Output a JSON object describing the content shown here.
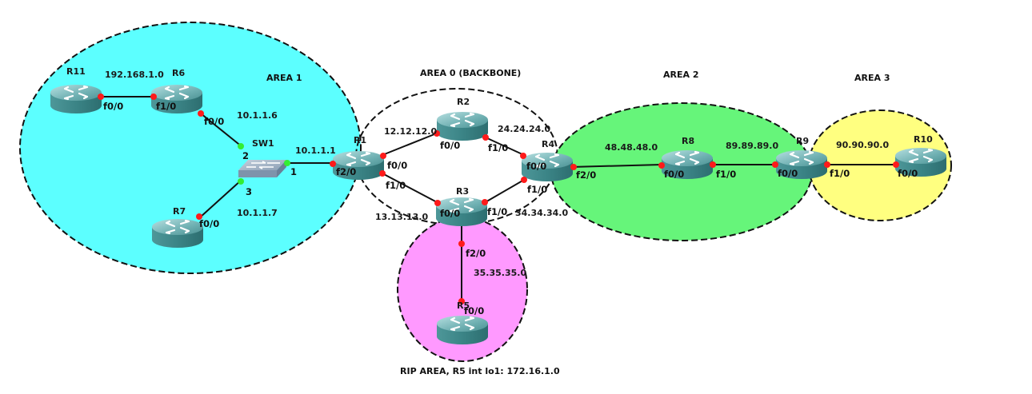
{
  "diagram": {
    "areas": [
      {
        "id": "area1",
        "label": "AREA 1",
        "color": "#5cffff"
      },
      {
        "id": "area0",
        "label": "AREA 0 (BACKBONE)",
        "color": "#ffffff"
      },
      {
        "id": "area2",
        "label": "AREA 2",
        "color": "#66f57a"
      },
      {
        "id": "area3",
        "label": "AREA 3",
        "color": "#ffff80"
      },
      {
        "id": "rip",
        "label": "RIP AREA, R5 int lo1: 172.16.1.0",
        "color": "#ff99ff"
      }
    ],
    "devices": [
      {
        "id": "R11",
        "type": "router",
        "label": "R11"
      },
      {
        "id": "R6",
        "type": "router",
        "label": "R6"
      },
      {
        "id": "R7",
        "type": "router",
        "label": "R7"
      },
      {
        "id": "SW1",
        "type": "switch",
        "label": "SW1"
      },
      {
        "id": "R1",
        "type": "router",
        "label": "R1"
      },
      {
        "id": "R2",
        "type": "router",
        "label": "R2"
      },
      {
        "id": "R3",
        "type": "router",
        "label": "R3"
      },
      {
        "id": "R4",
        "type": "router",
        "label": "R4"
      },
      {
        "id": "R5",
        "type": "router",
        "label": "R5"
      },
      {
        "id": "R8",
        "type": "router",
        "label": "R8"
      },
      {
        "id": "R9",
        "type": "router",
        "label": "R9"
      },
      {
        "id": "R10",
        "type": "router",
        "label": "R10"
      }
    ],
    "links": [
      {
        "from": "R11",
        "from_if": "f0/0",
        "to": "R6",
        "to_if": "f1/0",
        "network": "192.168.1.0"
      },
      {
        "from": "R6",
        "from_if": "f0/0",
        "to": "SW1",
        "to_if": "2",
        "network": "10.1.1.6"
      },
      {
        "from": "R7",
        "from_if": "f0/0",
        "to": "SW1",
        "to_if": "3",
        "network": "10.1.1.7"
      },
      {
        "from": "SW1",
        "from_if": "1",
        "to": "R1",
        "to_if": "f2/0",
        "network": "10.1.1.1"
      },
      {
        "from": "R1",
        "from_if": "f0/0",
        "to": "R2",
        "to_if": "f0/0",
        "network": "12.12.12.0"
      },
      {
        "from": "R1",
        "from_if": "f1/0",
        "to": "R3",
        "to_if": "f0/0",
        "network": "13.13.13.0"
      },
      {
        "from": "R2",
        "from_if": "f1/0",
        "to": "R4",
        "to_if": "f0/0",
        "network": "24.24.24.0"
      },
      {
        "from": "R3",
        "from_if": "f1/0",
        "to": "R4",
        "to_if": "f1/0",
        "network": "34.34.34.0"
      },
      {
        "from": "R3",
        "from_if": "f2/0",
        "to": "R5",
        "to_if": "f0/0",
        "network": "35.35.35.0"
      },
      {
        "from": "R4",
        "from_if": "f2/0",
        "to": "R8",
        "to_if": "f0/0",
        "network": "48.48.48.0"
      },
      {
        "from": "R8",
        "from_if": "f1/0",
        "to": "R9",
        "to_if": "f0/0",
        "network": "89.89.89.0"
      },
      {
        "from": "R9",
        "from_if": "f1/0",
        "to": "R10",
        "to_if": "f0/0",
        "network": "90.90.90.0"
      }
    ],
    "colors": {
      "router_body": "#3f8a8c",
      "router_top": "#8fc6c8",
      "switch_body": "#8a9fb8",
      "link": "#111111",
      "port_router": "#ff1a1a",
      "port_switch": "#33ee33",
      "area_border": "#111111"
    }
  }
}
